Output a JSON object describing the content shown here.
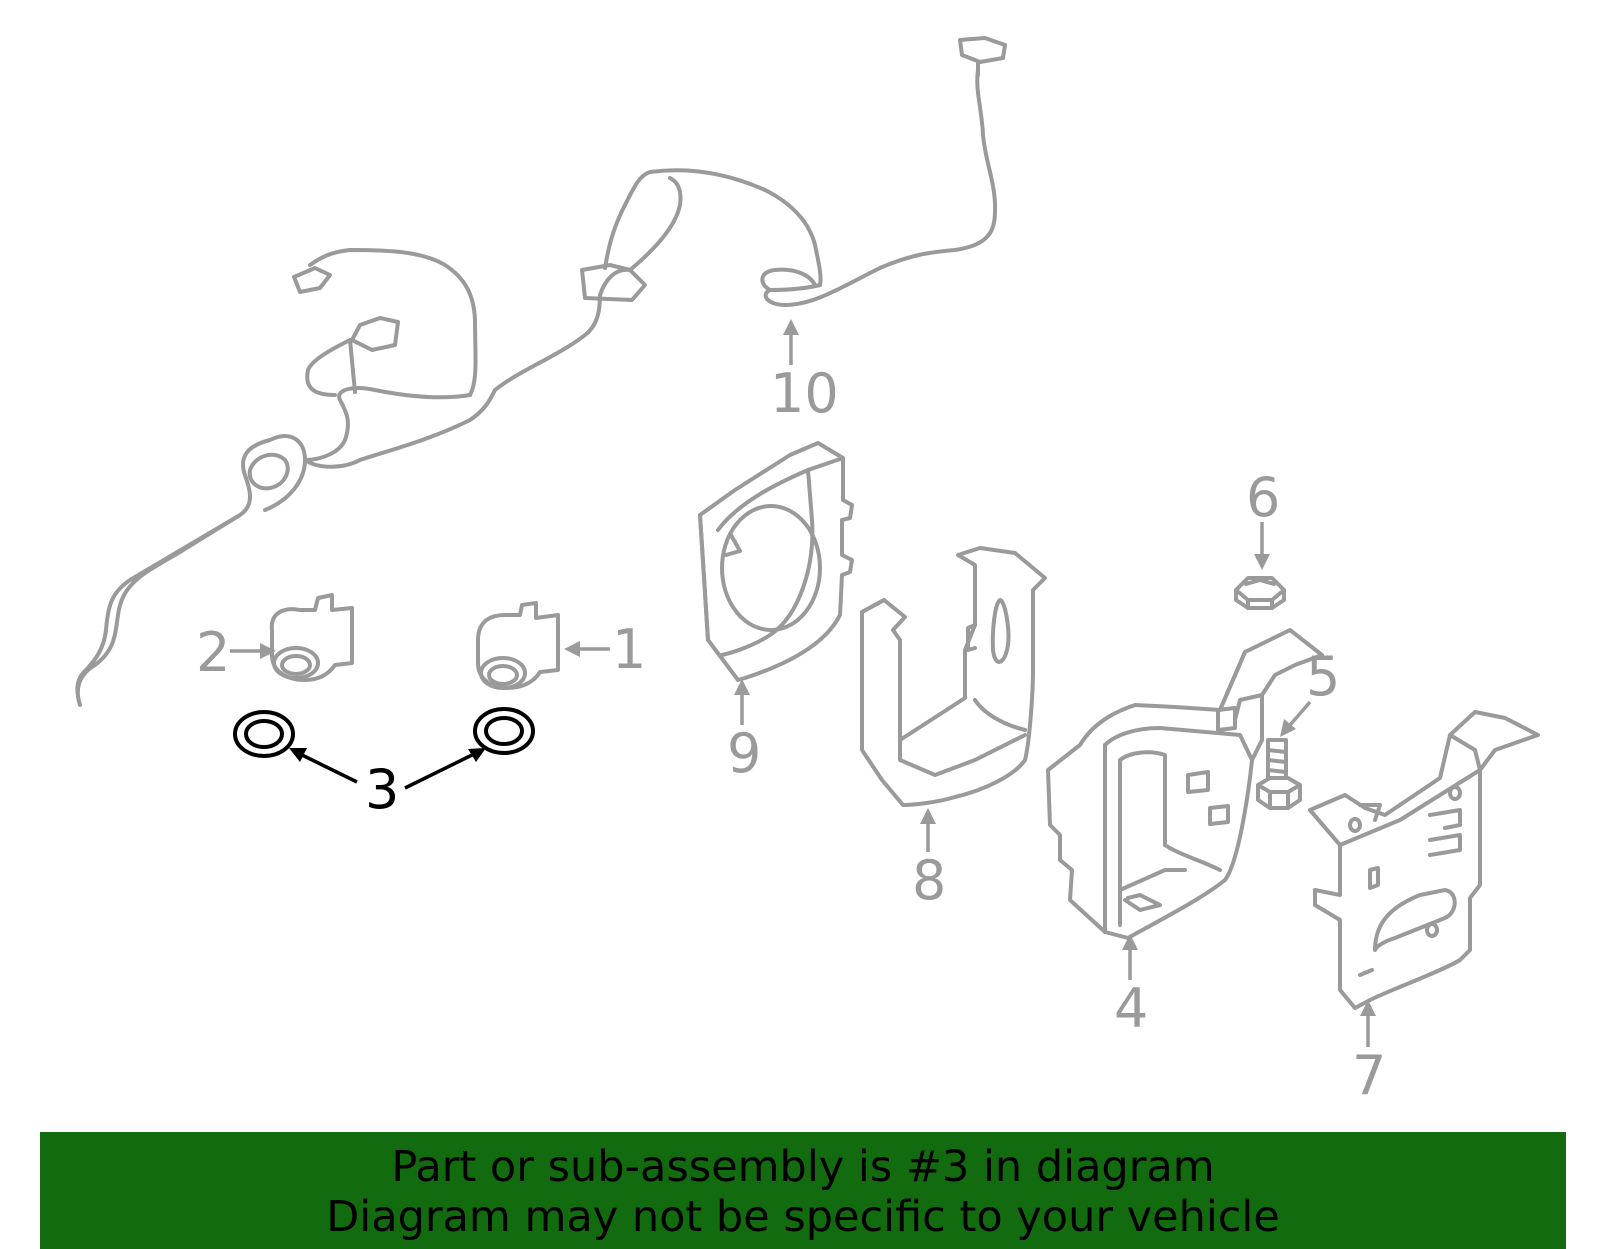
{
  "callouts": [
    "1",
    "2",
    "3",
    "4",
    "5",
    "6",
    "7",
    "8",
    "9",
    "10"
  ],
  "highlighted_part": "3",
  "banner": {
    "line1": "Part or sub-assembly is #3 in diagram",
    "line2": "Diagram may not be specific to your vehicle",
    "background": "#136b0f"
  },
  "colors": {
    "part_outline": "#9a9a9a",
    "highlight": "#000000"
  }
}
